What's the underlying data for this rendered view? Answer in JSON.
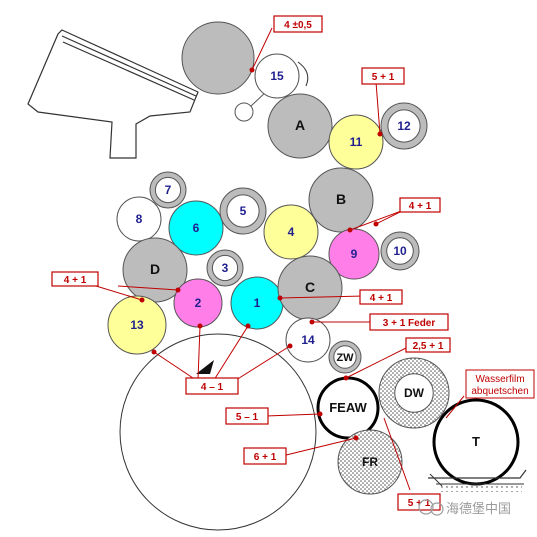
{
  "colors": {
    "gray": "#bcbcbc",
    "yellow": "#ffff99",
    "cyan": "#00ffff",
    "magenta": "#ff7ee8",
    "white": "#ffffff",
    "annotation_red": "#c00000",
    "label_blue": "#1f1f8f"
  },
  "rollers": [
    {
      "id": "r15_big",
      "label": "",
      "color": "gray"
    },
    {
      "id": "r15",
      "label": "15",
      "color": "white",
      "text_color": "label_blue"
    },
    {
      "id": "rA",
      "label": "A",
      "color": "gray"
    },
    {
      "id": "r11",
      "label": "11",
      "color": "yellow",
      "text_color": "label_blue"
    },
    {
      "id": "r12",
      "label": "12",
      "color": "white",
      "text_color": "label_blue",
      "ring": true
    },
    {
      "id": "r7",
      "label": "7",
      "color": "white",
      "text_color": "label_blue",
      "ring": true
    },
    {
      "id": "r8",
      "label": "8",
      "color": "white",
      "text_color": "label_blue"
    },
    {
      "id": "r6",
      "label": "6",
      "color": "cyan",
      "text_color": "label_blue"
    },
    {
      "id": "r5",
      "label": "5",
      "color": "white",
      "text_color": "label_blue",
      "ring": true
    },
    {
      "id": "r4",
      "label": "4",
      "color": "yellow",
      "text_color": "label_blue"
    },
    {
      "id": "rB",
      "label": "B",
      "color": "gray"
    },
    {
      "id": "r9",
      "label": "9",
      "color": "magenta",
      "text_color": "label_blue"
    },
    {
      "id": "r10",
      "label": "10",
      "color": "white",
      "text_color": "label_blue",
      "ring": true
    },
    {
      "id": "rD",
      "label": "D",
      "color": "gray"
    },
    {
      "id": "r3",
      "label": "3",
      "color": "white",
      "text_color": "label_blue",
      "ring": true
    },
    {
      "id": "r2",
      "label": "2",
      "color": "magenta",
      "text_color": "label_blue"
    },
    {
      "id": "r1",
      "label": "1",
      "color": "cyan",
      "text_color": "label_blue"
    },
    {
      "id": "rC",
      "label": "C",
      "color": "gray"
    },
    {
      "id": "r13",
      "label": "13",
      "color": "yellow",
      "text_color": "label_blue"
    },
    {
      "id": "r14",
      "label": "14",
      "color": "white",
      "text_color": "label_blue"
    },
    {
      "id": "rZW",
      "label": "ZW",
      "color": "white",
      "ring": true
    },
    {
      "id": "rFEAW",
      "label": "FEAW",
      "color": "white",
      "thick": true
    },
    {
      "id": "rDW",
      "label": "DW",
      "color": "dotted",
      "ring": true
    },
    {
      "id": "rFR",
      "label": "FR",
      "color": "dotted"
    },
    {
      "id": "rT",
      "label": "T",
      "color": "white",
      "thick": true
    }
  ],
  "annotations": [
    {
      "id": "a1",
      "text": "4 ±0,5"
    },
    {
      "id": "a2",
      "text": "5 + 1"
    },
    {
      "id": "a3",
      "text": "4 + 1"
    },
    {
      "id": "a4",
      "text": "4 + 1"
    },
    {
      "id": "a5",
      "text": "4 + 1"
    },
    {
      "id": "a6",
      "text": "3 + 1 Feder"
    },
    {
      "id": "a7",
      "text": "2,5 + 1"
    },
    {
      "id": "a8",
      "text": "4 – 1"
    },
    {
      "id": "a9",
      "text": "5 – 1"
    },
    {
      "id": "a10",
      "text": "6 + 1"
    },
    {
      "id": "a11",
      "text": "5 + 1"
    }
  ],
  "wasserfilm": {
    "line1": "Wasserfilm",
    "line2": "abquetschen"
  },
  "watermark": "海德堡中国"
}
